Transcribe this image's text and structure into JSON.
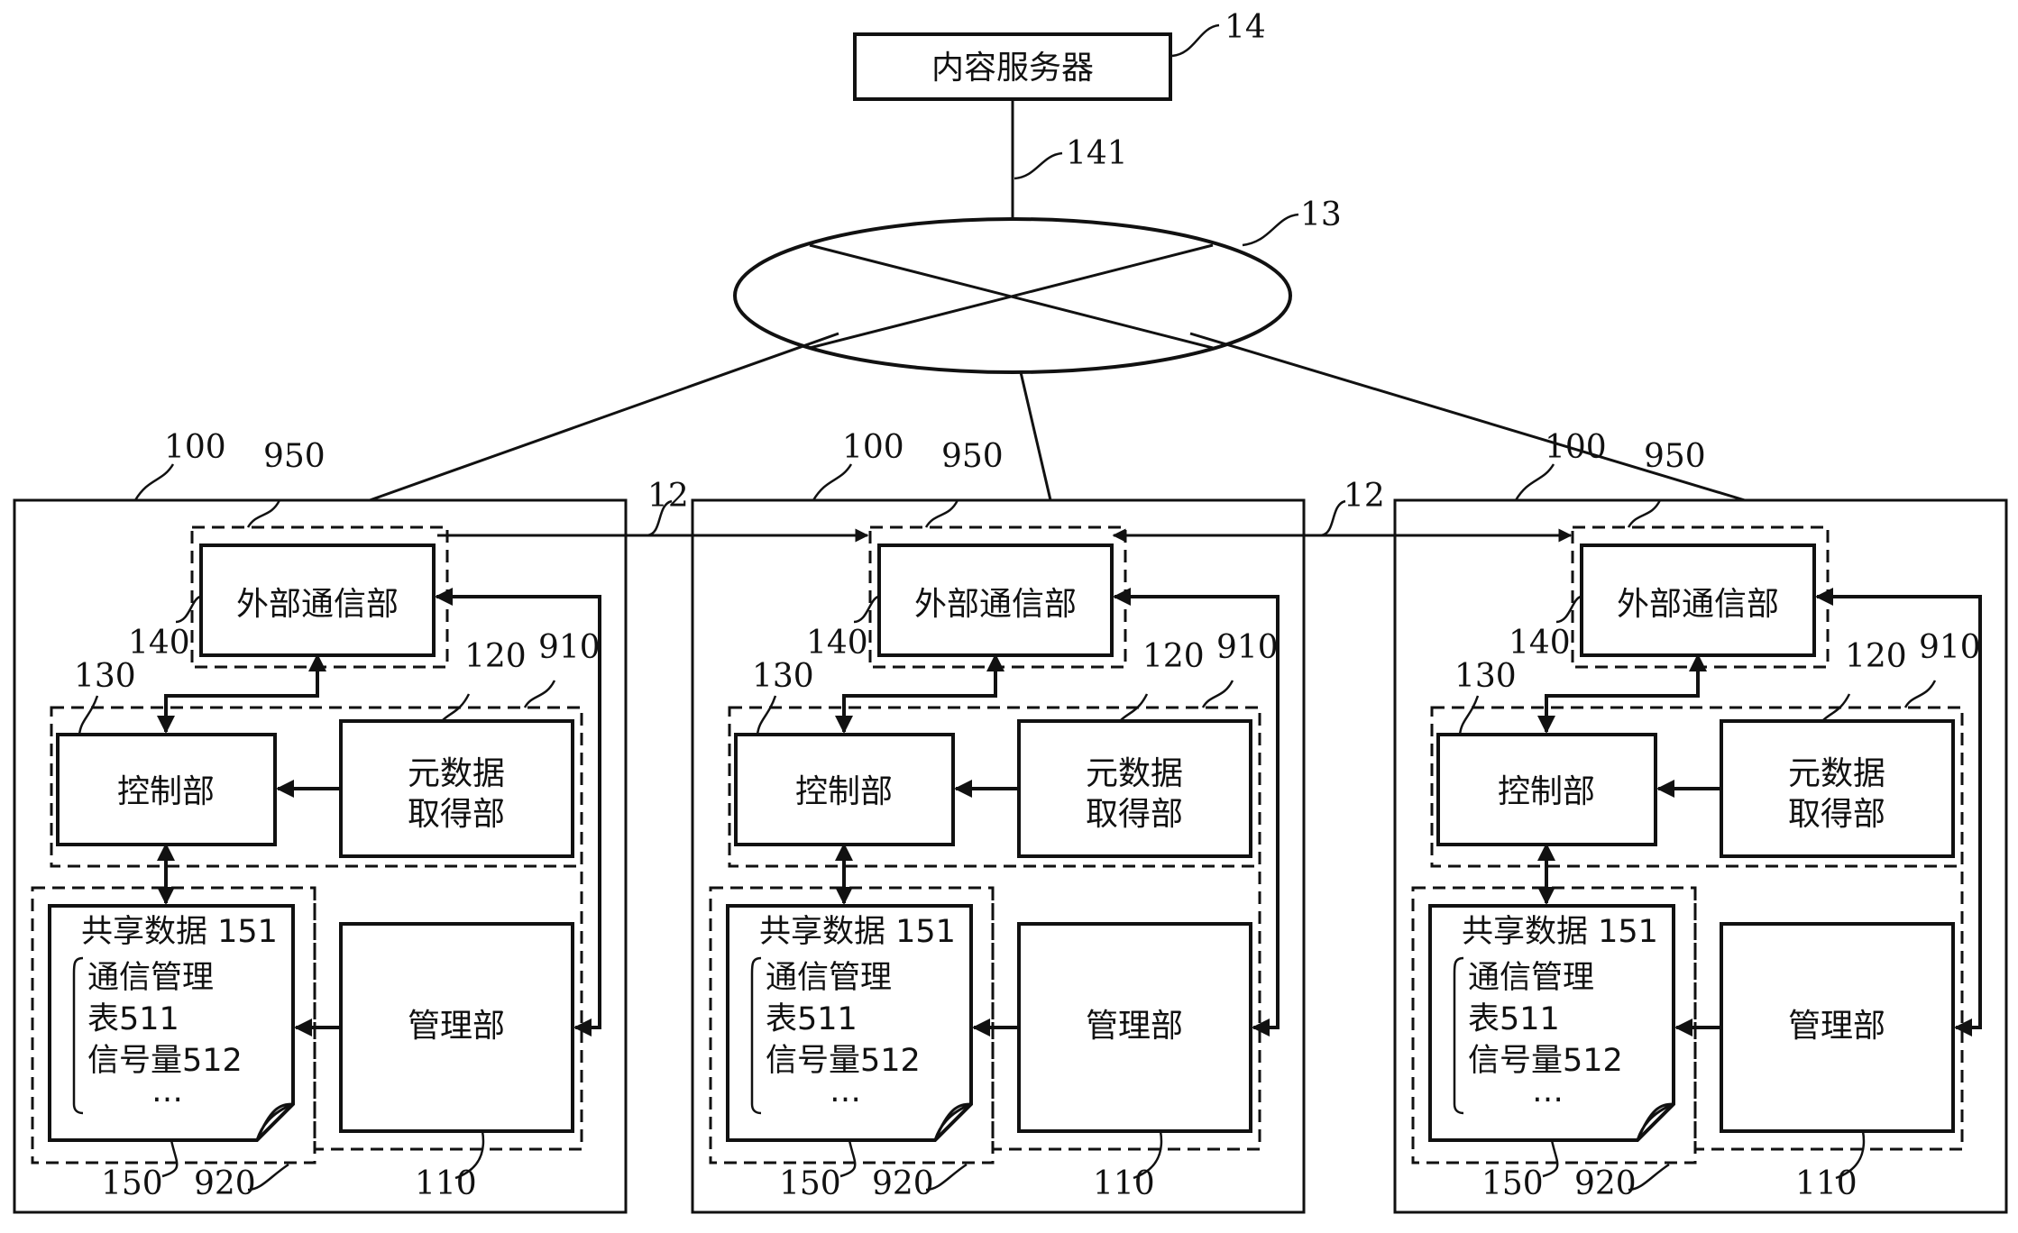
{
  "server": {
    "label": "内容服务器",
    "ref": "14"
  },
  "server_link_ref": "141",
  "network_ref": "13",
  "link_ref": "12",
  "device_labels": {
    "device_ref": "100",
    "ext_comm_label": "外部通信部",
    "ext_comm_ref": "140",
    "ext_comm_group_ref": "950",
    "control_label": "控制部",
    "control_ref": "130",
    "metadata_label_line1": "元数据",
    "metadata_label_line2": "取得部",
    "metadata_ref": "120",
    "control_group_ref": "910",
    "shared_data_title": "共享数据 151",
    "shared_data_lines": [
      "通信管理",
      "表511",
      "信号量512",
      "…"
    ],
    "shared_data_ref": "150",
    "storage_group_ref": "920",
    "manager_label": "管理部",
    "manager_ref": "110"
  },
  "devices": [
    {
      "name": "left"
    },
    {
      "name": "center"
    },
    {
      "name": "right"
    }
  ],
  "colors": {
    "line": "#111111",
    "background": "#ffffff"
  }
}
